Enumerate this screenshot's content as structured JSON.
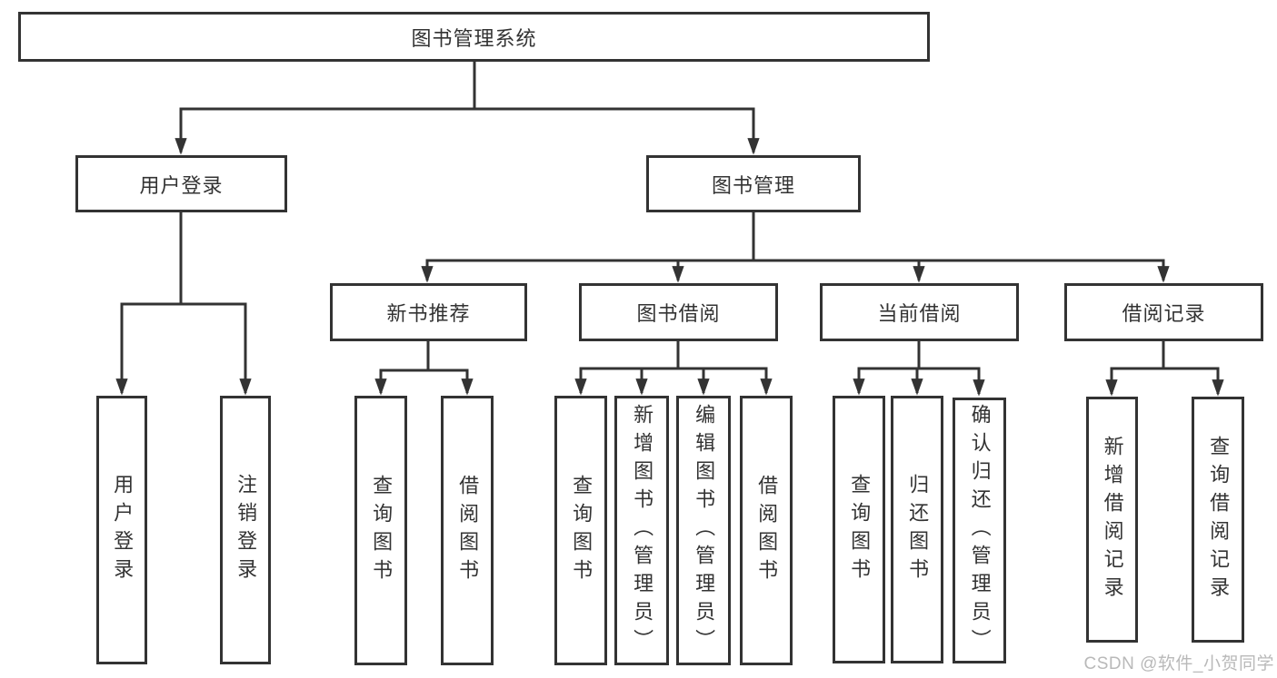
{
  "diagram_title": "图书管理系统",
  "nodes": {
    "root": "图书管理系统",
    "l2": [
      "用户登录",
      "图书管理"
    ],
    "l3": [
      "新书推荐",
      "图书借阅",
      "当前借阅",
      "借阅记录"
    ],
    "leaves_user": [
      "用户登录",
      "注销登录"
    ],
    "leaves_newbook": [
      "查询图书",
      "借阅图书"
    ],
    "leaves_borrow": [
      "查询图书",
      "新增图书（管理员）",
      "编辑图书（管理员）",
      "借阅图书"
    ],
    "leaves_current": [
      "查询图书",
      "归还图书",
      "确认归还（管理员）"
    ],
    "leaves_record": [
      "新增借阅记录",
      "查询借阅记录"
    ]
  },
  "watermark": {
    "text": "CSDN @软件_小贺同学"
  },
  "colors": {
    "line": "#333333",
    "box_border": "#333333",
    "text": "#333333",
    "background": "#ffffff",
    "watermark": "#b9b9b9"
  }
}
